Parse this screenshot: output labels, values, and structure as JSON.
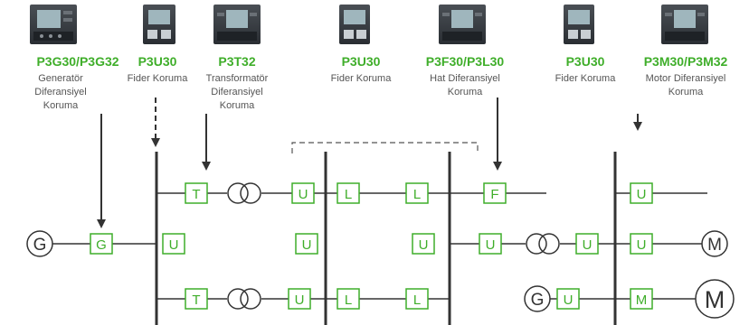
{
  "colors": {
    "accent": "#3fae2a",
    "line": "#333333",
    "desc": "#555555"
  },
  "relays": [
    {
      "id": "g",
      "name": "P3G30/P3G32",
      "desc": [
        "Generatör",
        "Diferansiyel",
        "Koruma"
      ]
    },
    {
      "id": "u1",
      "name": "P3U30",
      "desc": [
        "Fider Koruma"
      ]
    },
    {
      "id": "t",
      "name": "P3T32",
      "desc": [
        "Transformatör",
        "Diferansiyel",
        "Koruma"
      ]
    },
    {
      "id": "u2",
      "name": "P3U30",
      "desc": [
        "Fider Koruma"
      ]
    },
    {
      "id": "f",
      "name": "P3F30/P3L30",
      "desc": [
        "Hat Diferansiyel",
        "Koruma"
      ]
    },
    {
      "id": "u3",
      "name": "P3U30",
      "desc": [
        "Fider Koruma"
      ]
    },
    {
      "id": "m",
      "name": "P3M30/P3M32",
      "desc": [
        "Motor Diferansiyel",
        "Koruma"
      ]
    }
  ],
  "protection_labels": {
    "generator": "G",
    "transformer": "T",
    "feeder": "U",
    "line": "L",
    "line_diff": "F",
    "motor": "M"
  },
  "machines": {
    "generator": "G",
    "motor": "M"
  }
}
